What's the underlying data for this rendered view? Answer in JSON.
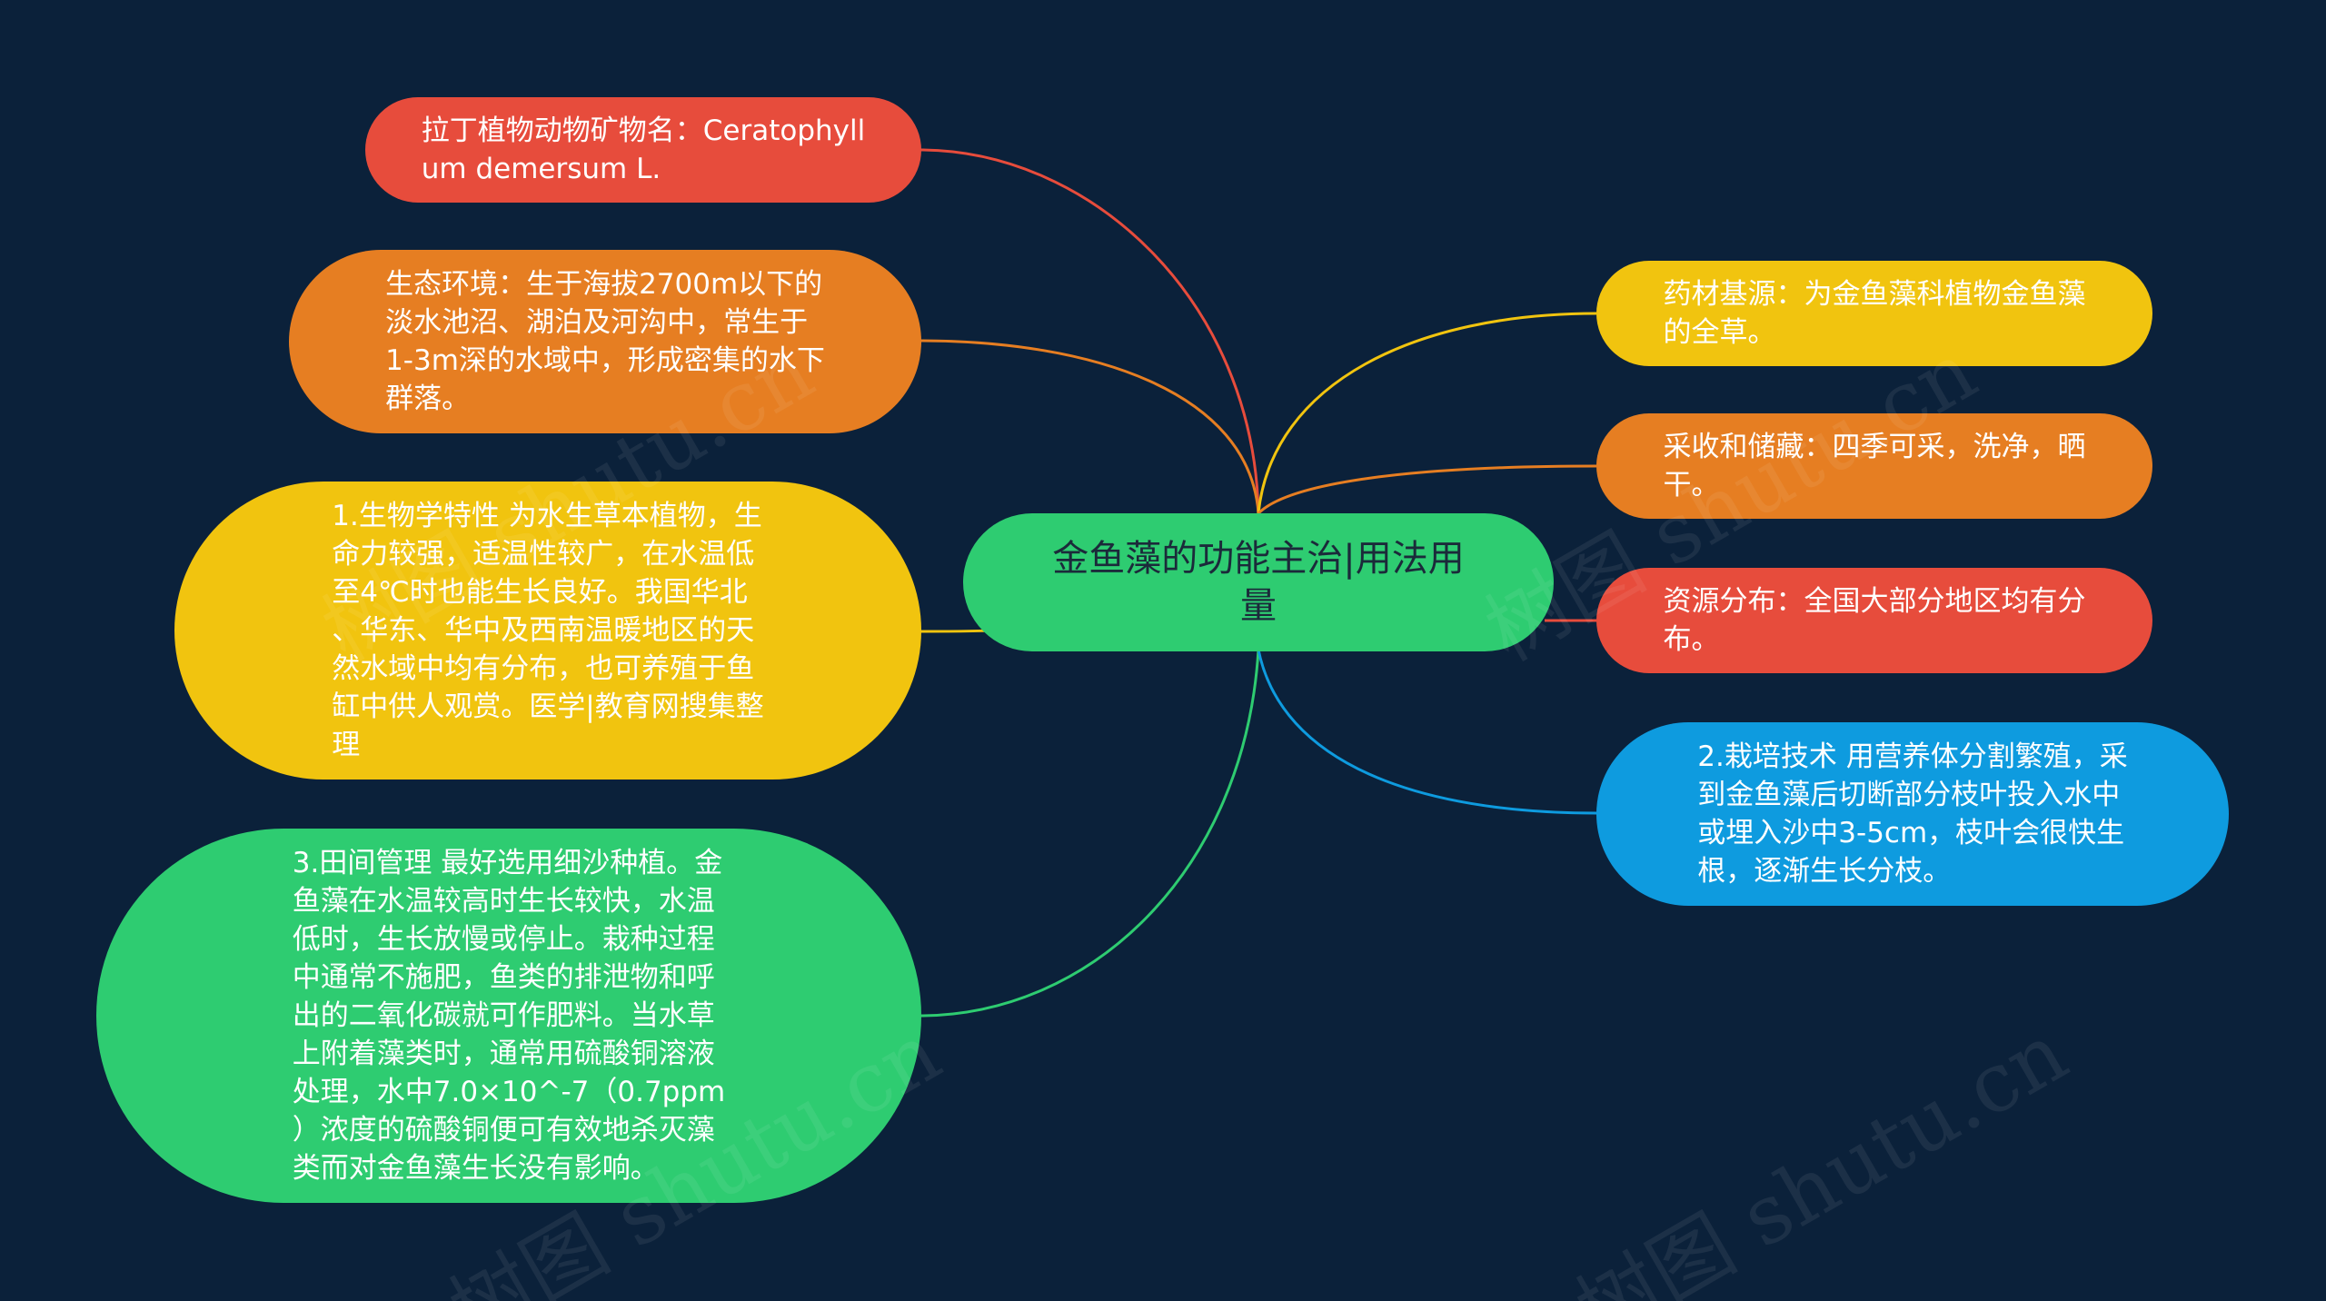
{
  "center": {
    "text": "金鱼藻的功能主治|用法用\n量",
    "color": "#2ecc71"
  },
  "left_nodes": [
    {
      "id": "latin-name",
      "text": "拉丁植物动物矿物名：Ceratophyll\num demersum L.",
      "color": "#e74c3c"
    },
    {
      "id": "habitat",
      "text": "生态环境：生于海拔2700m以下的\n淡水池沼、湖泊及河沟中，常生于\n1-3m深的水域中，形成密集的水下\n群落。",
      "color": "#e67e22"
    },
    {
      "id": "biology",
      "text": "1.生物学特性 为水生草本植物，生\n命力较强，适温性较广，在水温低\n至4℃时也能生长良好。我国华北\n、华东、华中及西南温暖地区的天\n然水域中均有分布，也可养殖于鱼\n缸中供人观赏。医学|教育网搜集整\n理",
      "color": "#f1c40f"
    },
    {
      "id": "field-management",
      "text": "3.田间管理 最好选用细沙种植。金\n鱼藻在水温较高时生长较快，水温\n低时，生长放慢或停止。栽种过程\n中通常不施肥，鱼类的排泄物和呼\n出的二氧化碳就可作肥料。当水草\n上附着藻类时，通常用硫酸铜溶液\n处理，水中7.0×10^-7（0.7ppm\n）浓度的硫酸铜便可有效地杀灭藻\n类而对金鱼藻生长没有影响。",
      "color": "#2ecc71"
    }
  ],
  "right_nodes": [
    {
      "id": "source",
      "text": "药材基源：为金鱼藻科植物金鱼藻\n的全草。",
      "color": "#f1c40f"
    },
    {
      "id": "harvest",
      "text": "采收和储藏：四季可采，洗净，晒\n干。",
      "color": "#e67e22"
    },
    {
      "id": "distribution",
      "text": "资源分布：全国大部分地区均有分\n布。",
      "color": "#e74c3c"
    },
    {
      "id": "cultivation",
      "text": "2.栽培技术 用营养体分割繁殖，采\n到金鱼藻后切断部分枝叶投入水中\n或埋入沙中3-5cm，枝叶会很快生\n根，逐渐生长分枝。",
      "color": "#0e9bdf"
    }
  ],
  "watermark": "树图 shutu.cn"
}
